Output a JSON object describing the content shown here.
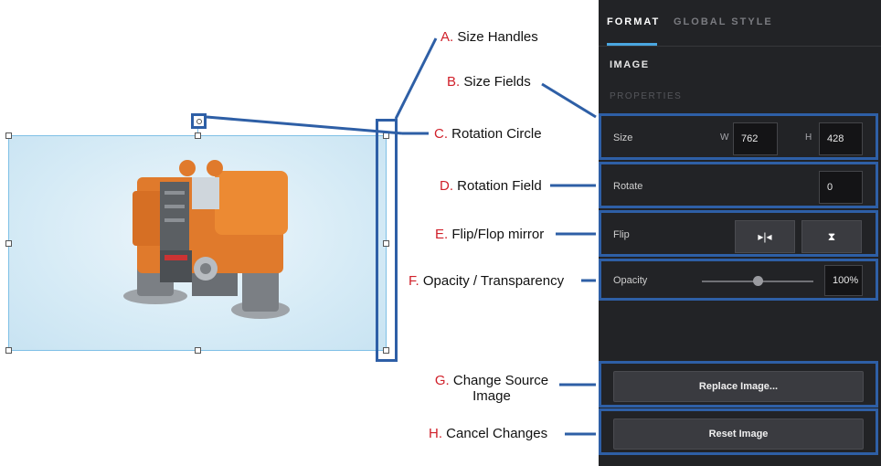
{
  "annotations": {
    "a": {
      "letter": "A.",
      "text": "Size Handles"
    },
    "b": {
      "letter": "B.",
      "text": "Size Fields"
    },
    "c": {
      "letter": "C.",
      "text": "Rotation Circle"
    },
    "d": {
      "letter": "D.",
      "text": "Rotation Field"
    },
    "e": {
      "letter": "E.",
      "text": "Flip/Flop mirror"
    },
    "f": {
      "letter": "F.",
      "text": "Opacity / Transparency"
    },
    "g": {
      "letter": "G.",
      "text": "Change Source Image"
    },
    "h": {
      "letter": "H.",
      "text": "Cancel Changes"
    }
  },
  "panel": {
    "tabs": {
      "format": "FORMAT",
      "global_style": "GLOBAL STYLE"
    },
    "section": "IMAGE",
    "subsection": "PROPERTIES",
    "size": {
      "label": "Size",
      "w_prefix": "W",
      "w_value": "762",
      "h_prefix": "H",
      "h_value": "428"
    },
    "rotate": {
      "label": "Rotate",
      "value": "0"
    },
    "flip": {
      "label": "Flip",
      "flip_glyph": "▸|◂",
      "flop_glyph": "⧗"
    },
    "opacity": {
      "label": "Opacity",
      "value": "100%",
      "level": 0.5
    },
    "replace_button": "Replace Image...",
    "reset_button": "Reset Image"
  },
  "colors": {
    "annotation_letter": "#d0202a",
    "highlight": "#2e5fa6",
    "panel_bg": "#222326",
    "accent": "#4aa6e0"
  }
}
